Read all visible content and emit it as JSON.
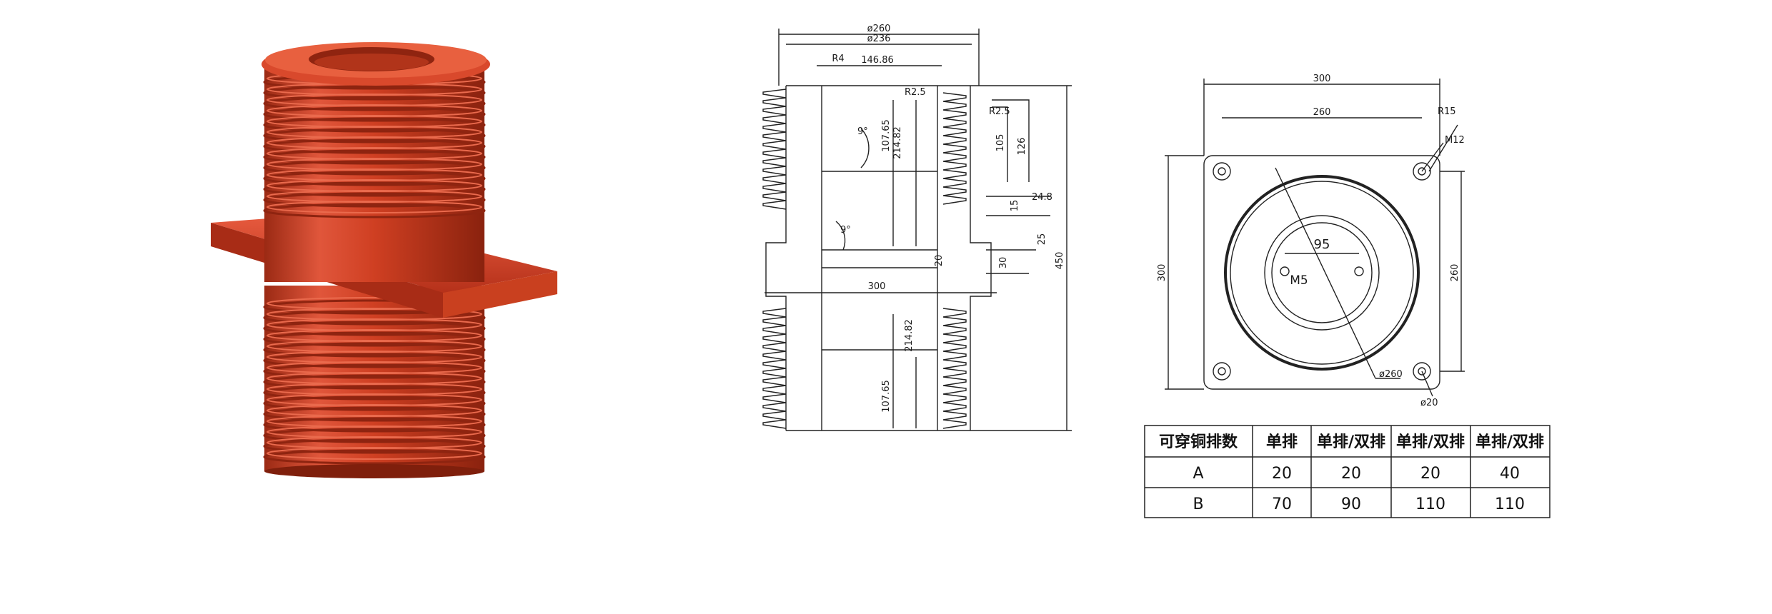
{
  "front_view": {
    "top_dims": [
      "ø260",
      "ø236",
      "R4",
      "146.86"
    ],
    "side_dims": [
      "R2.5",
      "R2.5",
      "107.65",
      "214.82",
      "105",
      "126",
      "15",
      "24.8",
      "25",
      "20",
      "30",
      "450",
      "300",
      "214.82",
      "107.65"
    ],
    "angles": [
      "9°",
      "9°"
    ]
  },
  "top_view": {
    "dims": [
      "300",
      "260",
      "R15",
      "M12",
      "300",
      "260",
      "95",
      "M5",
      "ø260",
      "ø20"
    ]
  },
  "table": {
    "headers": [
      "可穿铜排数",
      "单排",
      "单排/双排",
      "单排/双排",
      "单排/双排"
    ],
    "rows": [
      [
        "A",
        "20",
        "20",
        "20",
        "40"
      ],
      [
        "B",
        "70",
        "90",
        "110",
        "110"
      ]
    ]
  },
  "colors": {
    "insulator_main": "#c8371d",
    "insulator_light": "#e2553a",
    "insulator_dark": "#8e2410",
    "line": "#222222"
  }
}
